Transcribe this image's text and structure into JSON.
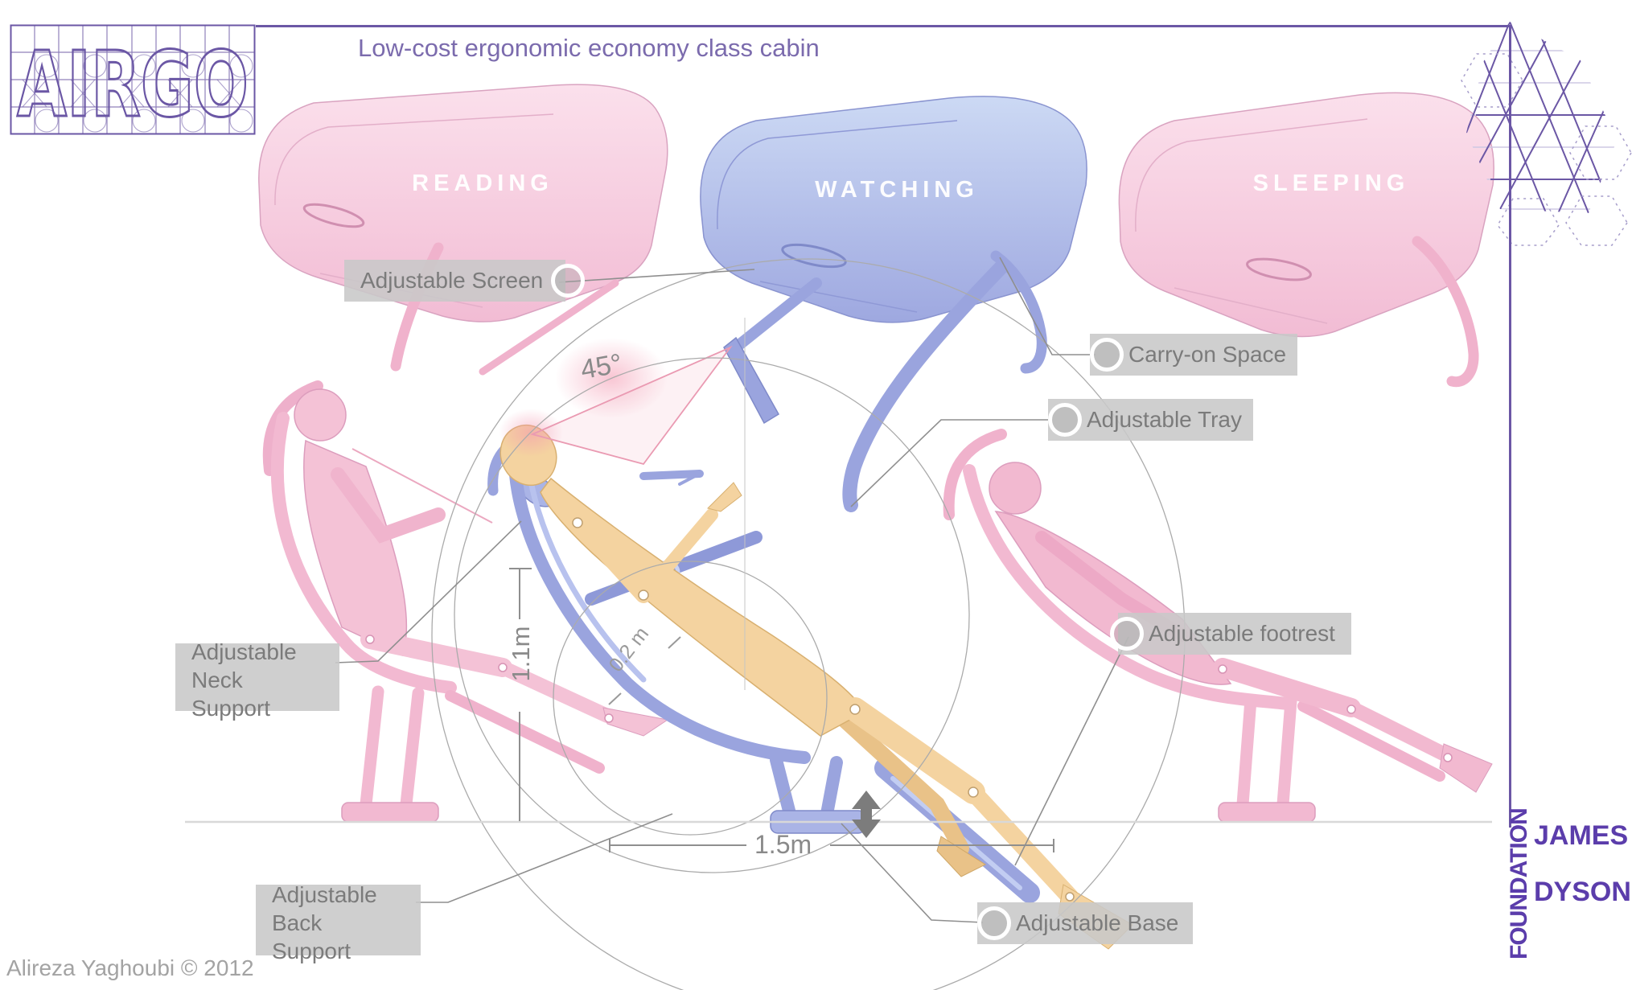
{
  "header": {
    "logo": "AIRGO",
    "title": "Low-cost ergonomic economy class cabin"
  },
  "modes": [
    {
      "label": "READING"
    },
    {
      "label": "WATCHING"
    },
    {
      "label": "SLEEPING"
    }
  ],
  "callouts": {
    "adjustable_screen": "Adjustable Screen",
    "carry_on_space": "Carry-on Space",
    "adjustable_tray": "Adjustable Tray",
    "neck_support_line1": "Adjustable",
    "neck_support_line2": "Neck Support",
    "adjustable_footrest": "Adjustable footrest",
    "back_support_line1": "Adjustable",
    "back_support_line2": "Back Support",
    "adjustable_base": "Adjustable Base"
  },
  "measurements": {
    "recline_angle": "45°",
    "backrest_height": "1.1m",
    "seat_gap": "0.2 m",
    "seat_pitch": "1.5m"
  },
  "credits": {
    "author": "Alireza Yaghoubi © 2012",
    "foundation": "FOUNDATION",
    "james": "JAMES",
    "dyson": "DYSON"
  },
  "colors": {
    "brand_purple": "#6b57a5",
    "title_purple": "#7b6bad",
    "dyson_purple": "#5b3dab",
    "shell_pink": "#f4c3d9",
    "shell_blue": "#a3ade3",
    "mannequin_tan": "#f4d3a0",
    "figure_pink": "#f2b9d0",
    "label_gray": "#c8c8c8",
    "label_text_gray": "#7b7b7b",
    "line_gray": "#8f8f8f"
  }
}
